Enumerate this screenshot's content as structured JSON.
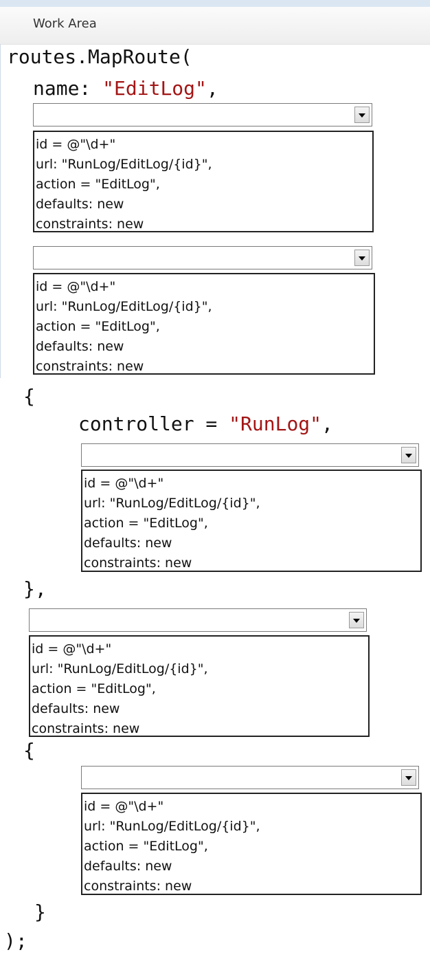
{
  "header": {
    "title": "Work Area"
  },
  "code": {
    "line1": "routes.MapRoute(",
    "name_key": "name: ",
    "name_value": "\"EditLog\"",
    "name_comma": ",",
    "open_brace_1": "{",
    "controller_key": "controller = ",
    "controller_value": "\"RunLog\"",
    "controller_comma": ",",
    "close_brace_1": "},",
    "open_brace_2": "{",
    "close_brace_2": "}",
    "end": ");"
  },
  "dropdowns": [
    {
      "selected": ""
    },
    {
      "selected": ""
    },
    {
      "selected": ""
    },
    {
      "selected": ""
    },
    {
      "selected": ""
    }
  ],
  "options": [
    "id = @\"\\d+\"",
    "url: \"RunLog/EditLog/{id}\",",
    "action = \"EditLog\",",
    "defaults: new",
    "constraints: new"
  ],
  "colors": {
    "string": "#a31515",
    "header_bg": "#eeeeee",
    "top_accent": "#dbe6f3"
  }
}
